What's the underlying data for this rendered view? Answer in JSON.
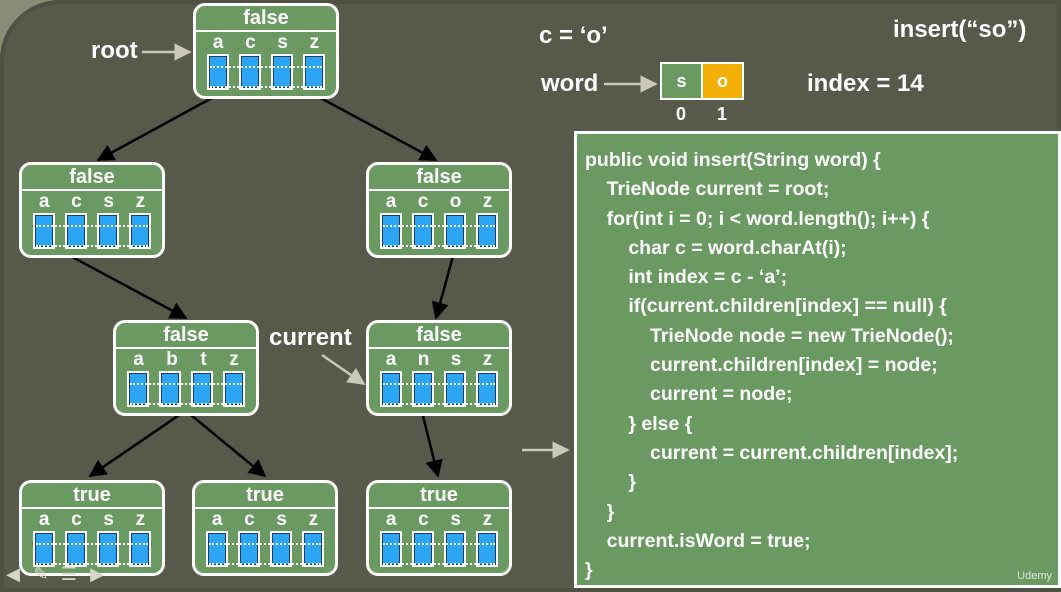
{
  "title": "insert(“so”)",
  "variables": {
    "c": "c = ‘o’",
    "word_label": "word",
    "index": "index = 14"
  },
  "word_array": {
    "chars": [
      "s",
      "o"
    ],
    "indices": [
      "0",
      "1"
    ]
  },
  "labels": {
    "root": "root",
    "current": "current"
  },
  "nodes": [
    {
      "flag": "false",
      "letters": [
        "a",
        "c",
        "s",
        "z"
      ]
    },
    {
      "flag": "false",
      "letters": [
        "a",
        "c",
        "s",
        "z"
      ]
    },
    {
      "flag": "false",
      "letters": [
        "a",
        "c",
        "o",
        "z"
      ]
    },
    {
      "flag": "false",
      "letters": [
        "a",
        "b",
        "t",
        "z"
      ]
    },
    {
      "flag": "false",
      "letters": [
        "a",
        "n",
        "s",
        "z"
      ]
    },
    {
      "flag": "true",
      "letters": [
        "a",
        "c",
        "s",
        "z"
      ]
    },
    {
      "flag": "true",
      "letters": [
        "a",
        "c",
        "s",
        "z"
      ]
    },
    {
      "flag": "true",
      "letters": [
        "a",
        "c",
        "s",
        "z"
      ]
    }
  ],
  "code_lines": [
    "public void insert(String word) {",
    "    TrieNode current = root;",
    "    for(int i = 0; i < word.length(); i++) {",
    "        char c = word.charAt(i);",
    "        int index = c - ‘a’;",
    "        if(current.children[index] == null) {",
    "            TrieNode node = new TrieNode();",
    "            current.children[index] = node;",
    "            current = node;",
    "        } else {",
    "            current = current.children[index];",
    "        }",
    "    }",
    "    current.isWord = true;",
    "}"
  ],
  "watermark": "Udemy",
  "colors": {
    "node_fill": "#6a9a62",
    "slot": "#2da5f5",
    "highlight": "#f2b007",
    "background": "#575a4b"
  },
  "icons": [
    "arrow-left-icon",
    "pencil-icon",
    "menu-icon",
    "arrow-right-icon"
  ]
}
